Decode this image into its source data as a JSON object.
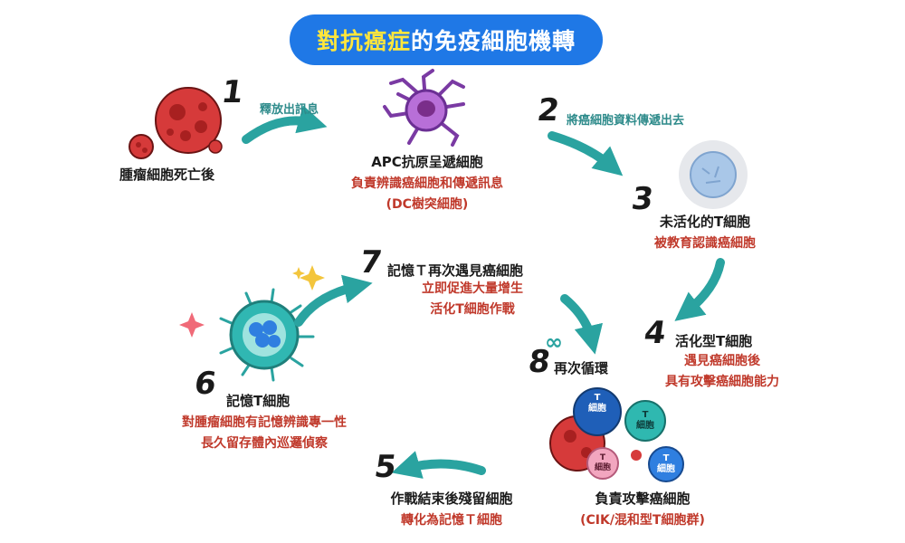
{
  "title": {
    "part_a": "對抗癌症",
    "part_b": "的免疫細胞機轉"
  },
  "steps": {
    "s1": {
      "num": "1",
      "label": "腫瘤細胞死亡後",
      "arrow_label": "釋放出訊息"
    },
    "apc": {
      "title": "APC抗原呈遞細胞",
      "desc1": "負責辨識癌細胞和傳遞訊息",
      "desc2": "(DC樹突細胞)"
    },
    "s2": {
      "num": "2",
      "arrow_label": "將癌細胞資料傳遞出去"
    },
    "s3": {
      "num": "3",
      "title": "未活化的T細胞",
      "desc": "被教育認識癌細胞"
    },
    "s4": {
      "num": "4",
      "title": "活化型T細胞",
      "desc1": "遇見癌細胞後",
      "desc2": "具有攻擊癌細胞能力"
    },
    "attack": {
      "title": "負責攻擊癌細胞",
      "desc": "(CIK/混和型T細胞群)",
      "cell_label_t": "T",
      "cell_label": "細胞"
    },
    "s5": {
      "num": "5",
      "title": "作戰結束後殘留細胞",
      "desc": "轉化為記憶Ｔ細胞"
    },
    "s6": {
      "num": "6",
      "title": "記憶T細胞",
      "desc1": "對腫瘤細胞有記憶辨識專一性",
      "desc2": "長久留存體內巡邏偵察"
    },
    "s7": {
      "num": "7",
      "title": "記憶Ｔ再次遇見癌細胞",
      "desc1": "立即促進大量增生",
      "desc2": "活化T細胞作戰"
    },
    "s8": {
      "num": "8",
      "label": "再次循環",
      "infinity": "∞"
    }
  },
  "colors": {
    "title_bg": "#1f78e6",
    "title_highlight": "#ffe63c",
    "arrow": "#2aa3a0",
    "red_text": "#c0392b",
    "black_text": "#1b1b1b"
  }
}
